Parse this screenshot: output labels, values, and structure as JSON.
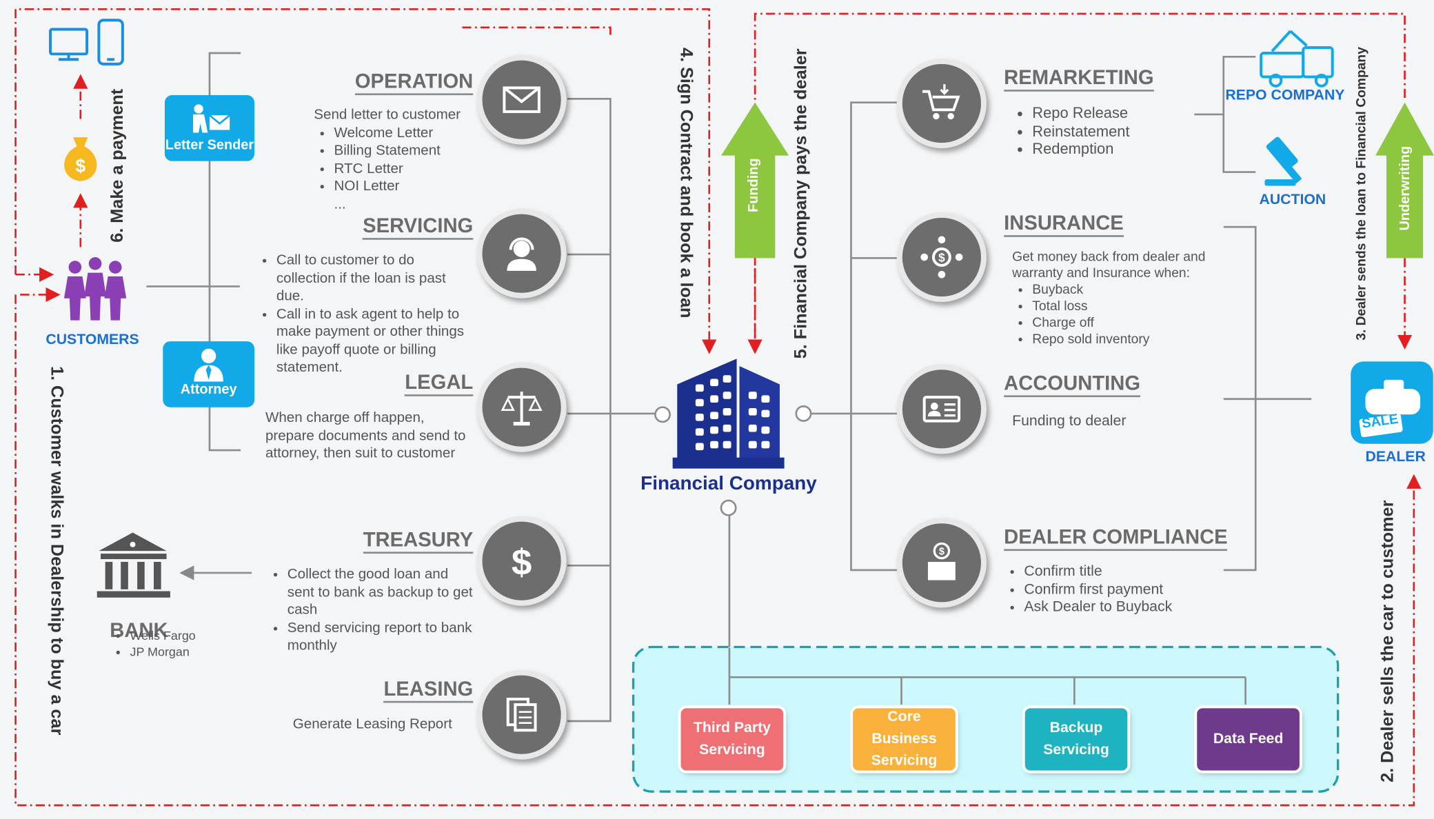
{
  "center": {
    "title": "Financial Company"
  },
  "actors": {
    "customers": "CUSTOMERS",
    "letter_sender": "Letter Sender",
    "attorney": "Attorney",
    "bank": "BANK",
    "bank_items": [
      "Wells Fargo",
      "JP Morgan"
    ],
    "repo_company": "REPO COMPANY",
    "auction": "AUCTION",
    "dealer": "DEALER",
    "sale_tag": "SALE"
  },
  "steps": {
    "s1": "1. Customer walks in Dealership to buy a car",
    "s2": "2. Dealer sells the car to customer",
    "s3": "3. Dealer sends the loan to Financial Company",
    "s4": "4. Sign Contract and book a loan",
    "s5": "5. Financial Company pays the dealer",
    "s6": "6. Make a payment"
  },
  "arrows": {
    "funding": "Funding",
    "underwriting": "Underwriting"
  },
  "left_depts": [
    {
      "title": "OPERATION",
      "intro": "Send letter to customer",
      "items": [
        "Welcome Letter",
        "Billing Statement",
        "RTC Letter",
        "NOI Letter",
        "..."
      ],
      "icon": "envelope-icon"
    },
    {
      "title": "SERVICING",
      "intro": "",
      "items": [
        "Call to customer to do collection if the loan is past due.",
        "Call in to ask agent to help to make payment or other things like payoff quote or billing statement."
      ],
      "icon": "headset-agent-icon"
    },
    {
      "title": "LEGAL",
      "intro": "When charge off happen, prepare documents and send to attorney, then suit to customer",
      "items": [],
      "icon": "scales-icon"
    },
    {
      "title": "TREASURY",
      "intro": "",
      "items": [
        "Collect the good loan and sent to bank as backup to get cash",
        "Send servicing report to bank monthly"
      ],
      "icon": "dollar-icon"
    },
    {
      "title": "LEASING",
      "intro": "Generate Leasing Report",
      "items": [],
      "icon": "documents-icon"
    }
  ],
  "right_depts": [
    {
      "title": "REMARKETING",
      "intro": "",
      "items": [
        "Repo Release",
        "Reinstatement",
        "Redemption"
      ],
      "icon": "cart-icon"
    },
    {
      "title": "INSURANCE",
      "intro": "Get  money back from dealer and warranty and Insurance when:",
      "items": [
        "Buyback",
        "Total loss",
        "Charge off",
        "Repo sold inventory"
      ],
      "icon": "money-network-icon"
    },
    {
      "title": "ACCOUNTING",
      "intro": "Funding to dealer",
      "items": [],
      "icon": "id-card-icon"
    },
    {
      "title": "DEALER COMPLIANCE",
      "intro": "",
      "items": [
        "Confirm title",
        "Confirm first payment",
        "Ask Dealer to Buyback"
      ],
      "icon": "money-box-icon"
    }
  ],
  "systems": [
    {
      "label": "Third Party Servicing",
      "color": "#ee6f74"
    },
    {
      "label": "Core Business Servicing",
      "color": "#f9b13c"
    },
    {
      "label": "Backup Servicing",
      "color": "#1fb3c1"
    },
    {
      "label": "Data Feed",
      "color": "#6e3a8b"
    }
  ],
  "colors": {
    "accent_blue": "#12a9e8",
    "navy": "#1b2f8f",
    "green_arrow": "#8dc63f",
    "red_dash": "#e02020",
    "circle_gray": "#6d6d6d"
  }
}
